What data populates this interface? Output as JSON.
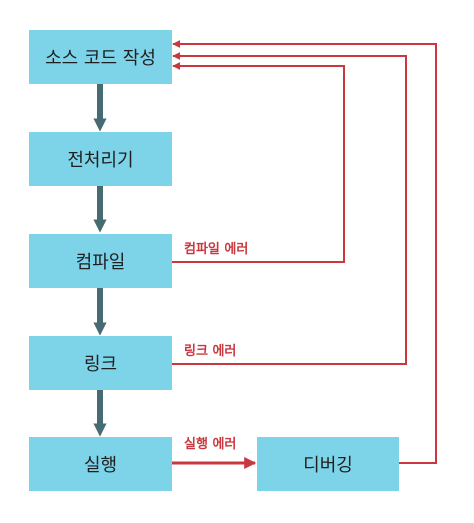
{
  "steps": {
    "source": "소스 코드 작성",
    "preprocess": "전처리기",
    "compile": "컴파일",
    "link": "링크",
    "run": "실행",
    "debug": "디버깅"
  },
  "errors": {
    "compile_error": "컴파일 에러",
    "link_error": "링크 에러",
    "runtime_error": "실행 에러"
  },
  "colors": {
    "box_fill": "#7dd3e8",
    "flow_arrow": "#466b73",
    "error_arrow": "#c9383f"
  }
}
